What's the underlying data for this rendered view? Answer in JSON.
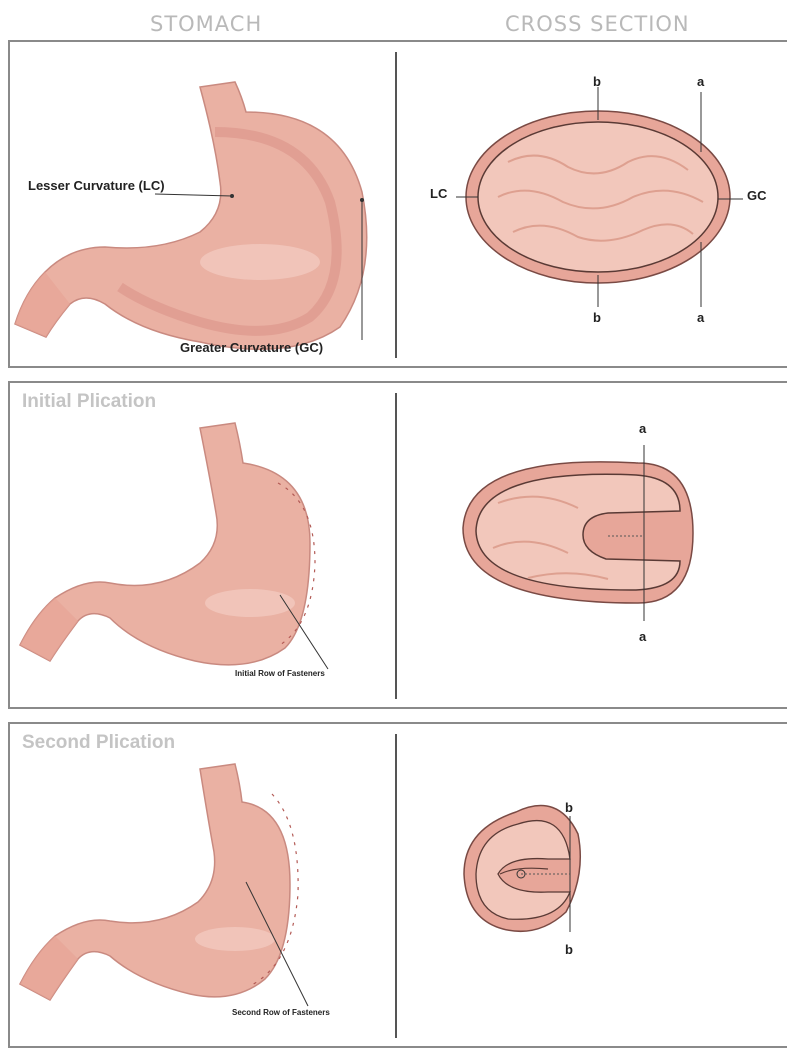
{
  "headers": {
    "stomach": "STOMACH",
    "cross_section": "CROSS SECTION"
  },
  "panels": [
    {
      "title": "",
      "left_labels": {
        "lesser": "Lesser Curvature (LC)",
        "greater": "Greater Curvature (GC)"
      },
      "cross": {
        "top_left": "b",
        "top_right": "a",
        "left": "LC",
        "right": "GC",
        "bottom_left": "b",
        "bottom_right": "a"
      }
    },
    {
      "title": "Initial Plication",
      "note": "Initial Row of Fasteners",
      "cross": {
        "top": "a",
        "bottom": "a"
      }
    },
    {
      "title": "Second Plication",
      "note": "Second Row of Fasteners",
      "cross": {
        "top": "b",
        "bottom": "b"
      }
    }
  ],
  "colors": {
    "tissue": "#eab1a3",
    "tissue_dark": "#d98f86",
    "lumen": "#f2c7bb",
    "outline": "#7a4a44",
    "title_gray": "#c4c4c4"
  }
}
